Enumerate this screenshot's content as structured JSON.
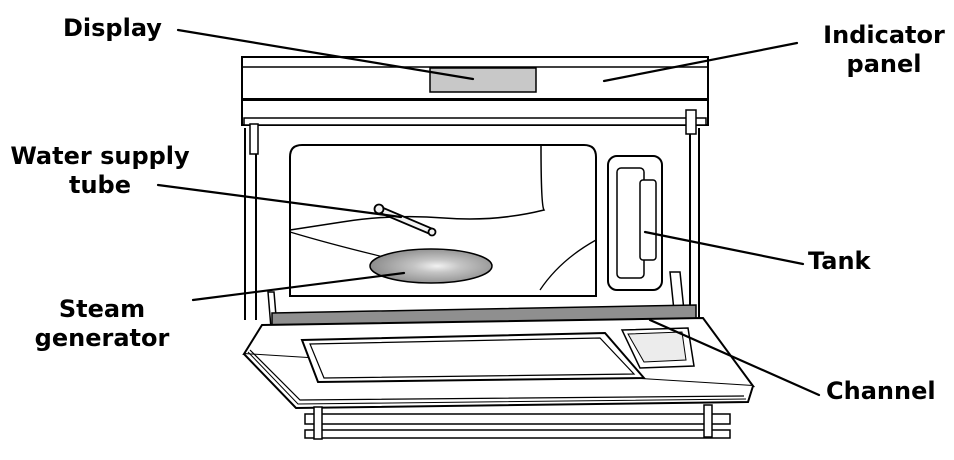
{
  "labels": {
    "display": "Display",
    "indicator_panel_line1": "Indicator",
    "indicator_panel_line2": "panel",
    "water_supply_tube_line1": "Water supply",
    "water_supply_tube_line2": "tube",
    "steam_generator_line1": "Steam",
    "steam_generator_line2": "generator",
    "tank": "Tank",
    "channel": "Channel"
  }
}
